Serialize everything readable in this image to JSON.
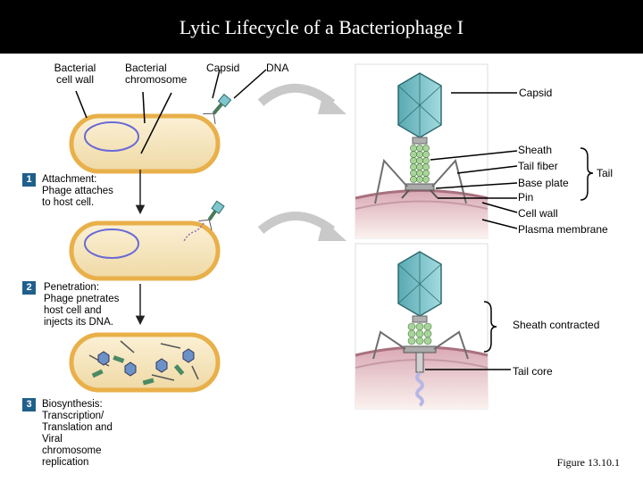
{
  "title": "Lytic Lifecycle of a Bacteriophage I",
  "top_labels": {
    "cell_wall": "Bacterial\ncell wall",
    "chromosome": "Bacterial\nchromosome",
    "capsid": "Capsid",
    "dna": "DNA"
  },
  "phage_labels": {
    "capsid": "Capsid",
    "sheath": "Sheath",
    "tail_fiber": "Tail fiber",
    "base_plate": "Base plate",
    "pin": "Pin",
    "cell_wall": "Cell wall",
    "plasma_membrane": "Plasma membrane",
    "tail": "Tail",
    "sheath_contracted": "Sheath contracted",
    "tail_core": "Tail core"
  },
  "steps": [
    {
      "number": "1",
      "text": "Attachment:\nPhage attaches\nto host cell."
    },
    {
      "number": "2",
      "text": "Penetration:\nPhage pnetrates\nhost cell and\ninjects its DNA."
    },
    {
      "number": "3",
      "text": "Biosynthesis:\nTranscription/\nTranslation and\nViral\nchromosome\nreplication"
    }
  ],
  "figure_caption": "Figure 13.10.1",
  "colors": {
    "cell_fill": "#f7e9c4",
    "cell_wall": "#e9b04a",
    "capsid": "#7fc6cc",
    "sheath": "#a8d49a",
    "membrane": "#c79aa6"
  }
}
